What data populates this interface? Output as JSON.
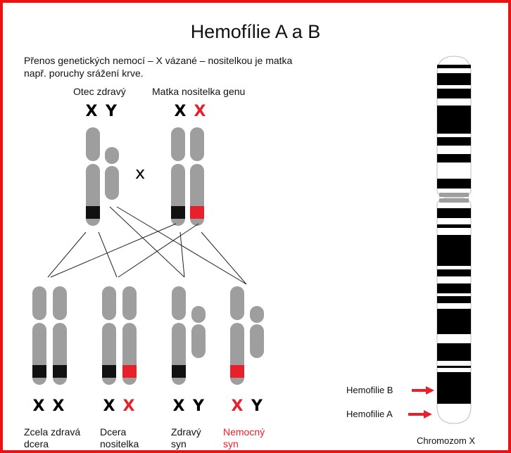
{
  "title": "Hemofílie A a B",
  "intro": {
    "line1": "Přenos genetických nemocí – X vázané – nositelkou je matka",
    "line2": "např. poruchy srážení krve."
  },
  "parents": {
    "father": {
      "label": "Otec zdravý",
      "alleles": [
        "X",
        "Y"
      ]
    },
    "mother": {
      "label": "Matka nositelka genu",
      "alleles": [
        "X",
        "X"
      ]
    }
  },
  "cross_symbol": "x",
  "children": [
    {
      "label": [
        "Zcela zdravá",
        "dcera"
      ],
      "alleles": [
        "X",
        "X"
      ]
    },
    {
      "label": [
        "Dcera",
        "nositelka"
      ],
      "alleles": [
        "X",
        "X"
      ]
    },
    {
      "label": [
        "Zdravý",
        "syn"
      ],
      "alleles": [
        "X",
        "Y"
      ]
    },
    {
      "label": [
        "Nemocný",
        "syn"
      ],
      "alleles": [
        "X",
        "Y"
      ]
    }
  ],
  "chromosome": {
    "label": "Chromozom X",
    "loci": [
      "Hemofilie B",
      "Hemofilie A"
    ]
  },
  "colors": {
    "affected": "#e8202a",
    "healthy_band": "#111111",
    "chromosome_gray": "#9e9e9e",
    "frame": "#ee1111"
  }
}
